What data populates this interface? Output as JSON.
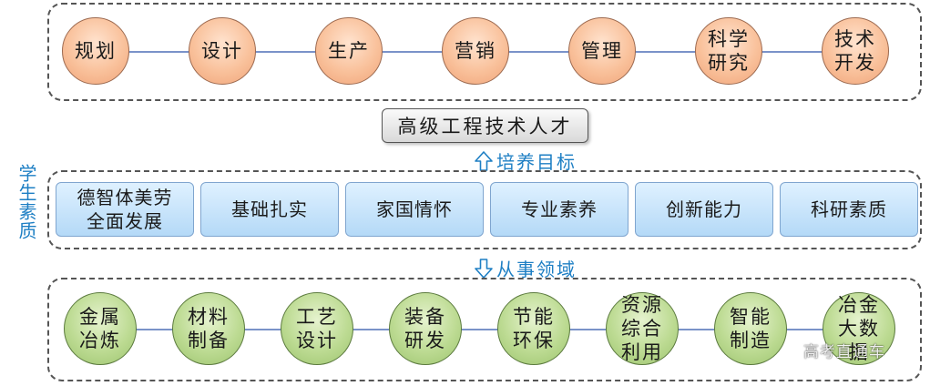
{
  "careers": [
    "规划",
    "设计",
    "生产",
    "营销",
    "管理",
    "科学\n研究",
    "技术\n开发"
  ],
  "talent": "高级工程技术人才",
  "goal_label": "培养目标",
  "side_label": "学生素质",
  "qualities": [
    "德智体美劳\n全面发展",
    "基础扎实",
    "家国情怀",
    "专业素养",
    "创新能力",
    "科研素质"
  ],
  "field_label": "从事领域",
  "fields": [
    "金属\n冶炼",
    "材料\n制备",
    "工艺\n设计",
    "装备\n研发",
    "节能\n环保",
    "资源\n综合\n利用",
    "智能\n制造",
    "冶金\n大数\n据"
  ],
  "watermark": "高考直通车",
  "colors": {
    "career_fill": "#f9c19b",
    "field_fill": "#bddb93",
    "quality_fill": "#b4d9f7",
    "accent_text": "#1e7fc4",
    "connector": "#7a93c9"
  }
}
